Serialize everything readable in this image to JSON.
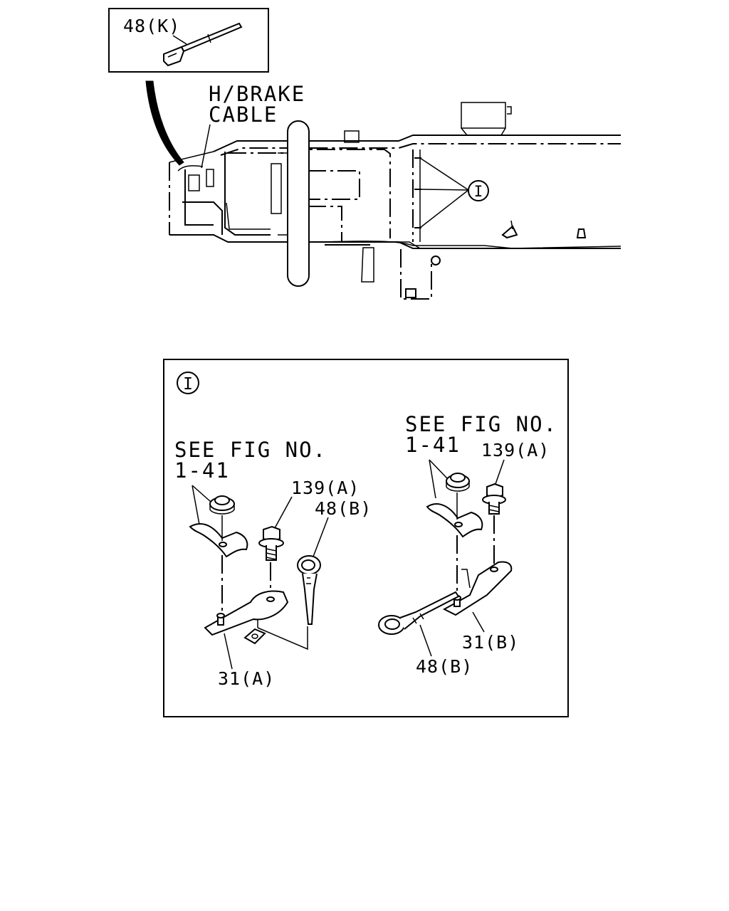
{
  "top_view": {
    "inset_label": "48(K)",
    "cable_callout_line1": "H/BRAKE",
    "cable_callout_line2": "CABLE",
    "detail_marker_main": "I"
  },
  "detail_I": {
    "marker": "I",
    "left": {
      "see_fig_line1": "SEE FIG NO.",
      "see_fig_line2": "1-41",
      "bolt": "139(A)",
      "tie": "48(B)",
      "bracket": "31(A)"
    },
    "right": {
      "see_fig_line1": "SEE FIG NO.",
      "see_fig_line2": "1-41",
      "bolt": "139(A)",
      "bracket": "31(B)",
      "tie": "48(B)"
    }
  },
  "icons": {
    "marker": "circled-letter-icon",
    "tie": "cable-tie-icon",
    "bolt": "flange-bolt-icon",
    "nut": "nut-icon",
    "clip": "clip-icon"
  }
}
